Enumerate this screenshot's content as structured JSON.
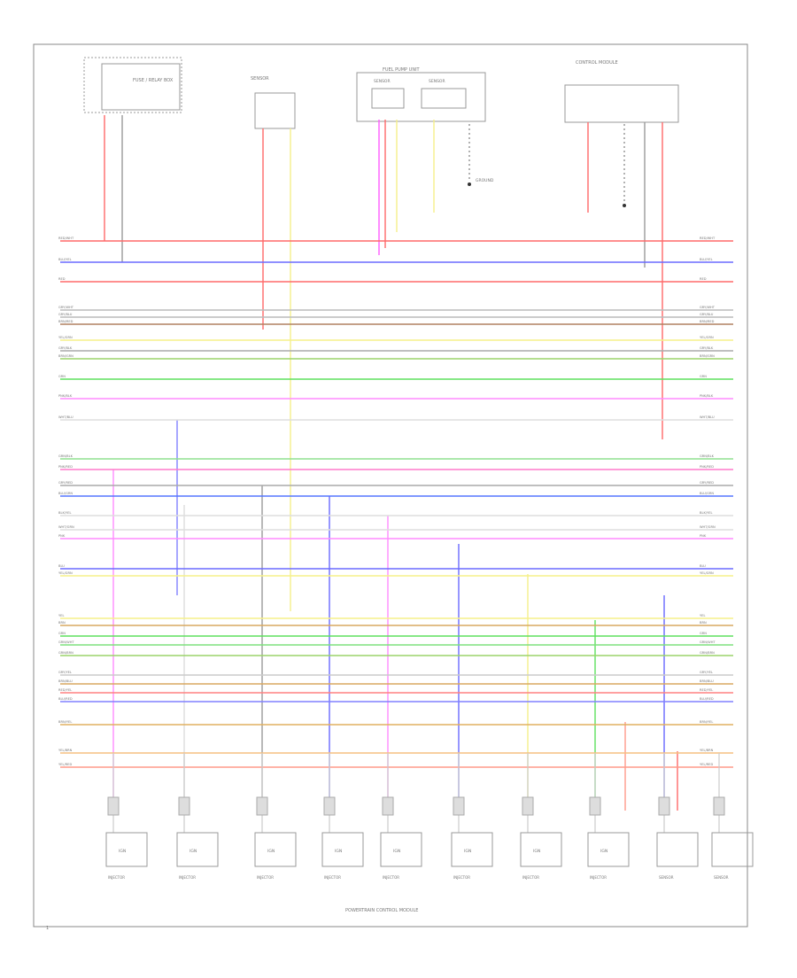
{
  "diagram": {
    "footer_label": "POWERTRAIN CONTROL MODULE",
    "page_mark": "1"
  },
  "components": {
    "fuse_box": "FUSE / RELAY BOX",
    "top_sensor": "SENSOR",
    "fuel_pump_unit": "FUEL PUMP UNIT",
    "fuel_level_sensor": "SENSOR",
    "pressure_sensor": "SENSOR",
    "control_module": "CONTROL MODULE",
    "ground_label": "GROUND"
  },
  "bottom_components": [
    {
      "tag": "IGN",
      "label": "INJECTOR"
    },
    {
      "tag": "IGN",
      "label": "INJECTOR"
    },
    {
      "tag": "IGN",
      "label": "INJECTOR"
    },
    {
      "tag": "IGN",
      "label": "INJECTOR"
    },
    {
      "tag": "IGN",
      "label": "INJECTOR"
    },
    {
      "tag": "IGN",
      "label": "INJECTOR"
    },
    {
      "tag": "IGN",
      "label": "INJECTOR"
    },
    {
      "tag": "IGN",
      "label": "INJECTOR"
    },
    {
      "tag": "",
      "label": "SENSOR"
    },
    {
      "tag": "",
      "label": "SENSOR"
    }
  ],
  "wires": [
    {
      "label": "RED/WHT",
      "color": "#ff6a6a"
    },
    {
      "label": "BLU/YEL",
      "color": "#6a6aff"
    },
    {
      "label": "RED",
      "color": "#ff6a6a"
    },
    {
      "label": "GRY/WHT",
      "color": "#bbbbbb"
    },
    {
      "label": "GRY/BLU",
      "color": "#bbbbbb"
    },
    {
      "label": "BRN/RED",
      "color": "#b08060"
    },
    {
      "label": "YEL/GRN",
      "color": "#f5f08a"
    },
    {
      "label": "GRY/BLK",
      "color": "#aaaaaa"
    },
    {
      "label": "BRN/GRN",
      "color": "#9bd36a"
    },
    {
      "label": "GRN",
      "color": "#5ee05e"
    },
    {
      "label": "PNK/BLK",
      "color": "#ff8cff"
    },
    {
      "label": "WHT/BLU",
      "color": "#dddddd"
    },
    {
      "label": "GRN/BLK",
      "color": "#8fe08f"
    },
    {
      "label": "PNK/RED",
      "color": "#ff7acc"
    },
    {
      "label": "GRY/RED",
      "color": "#aaaaaa"
    },
    {
      "label": "BLU/GRN",
      "color": "#5577ff"
    },
    {
      "label": "BLK/YEL",
      "color": "#dddddd"
    },
    {
      "label": "WHT/GRN",
      "color": "#dddddd"
    },
    {
      "label": "PNK",
      "color": "#ff8cff"
    },
    {
      "label": "BLU",
      "color": "#6a6aff"
    },
    {
      "label": "YEL/GRN",
      "color": "#f5f08a"
    },
    {
      "label": "YEL",
      "color": "#f5f08a"
    },
    {
      "label": "BRN",
      "color": "#d9a860"
    },
    {
      "label": "GRN",
      "color": "#5ee05e"
    },
    {
      "label": "GRN/WHT",
      "color": "#7ee07e"
    },
    {
      "label": "GRN/BRN",
      "color": "#9bd36a"
    },
    {
      "label": "GRY/YEL",
      "color": "#cccccc"
    },
    {
      "label": "BRN/BLU",
      "color": "#d9a860"
    },
    {
      "label": "RED/YEL",
      "color": "#ff8080"
    },
    {
      "label": "BLU/RED",
      "color": "#8080ff"
    },
    {
      "label": "BRN/YEL",
      "color": "#e0b060"
    },
    {
      "label": "YEL/BRN",
      "color": "#f5c080"
    },
    {
      "label": "YEL/RED",
      "color": "#ff9a8a"
    }
  ]
}
